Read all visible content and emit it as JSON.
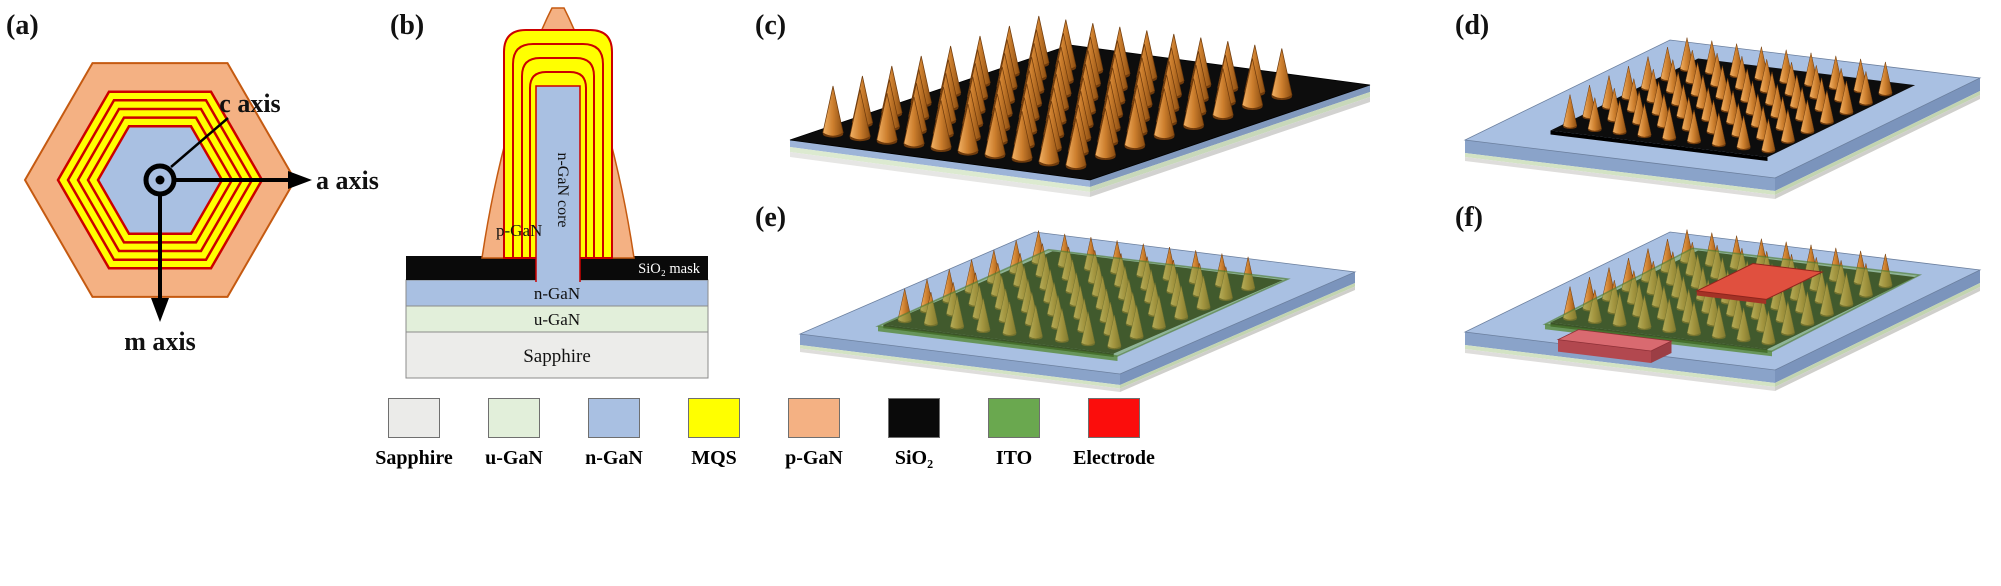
{
  "figure": {
    "panels": {
      "a": {
        "label": "(a)",
        "axis_c": "c axis",
        "axis_a": "a axis",
        "axis_m": "m axis"
      },
      "b": {
        "label": "(b)",
        "p_gan": "p-GaN",
        "core": "n-GaN core",
        "mask": "SiO₂ mask",
        "n_gan": "n-GaN",
        "u_gan": "u-GaN",
        "sapphire": "Sapphire"
      },
      "c": {
        "label": "(c)"
      },
      "d": {
        "label": "(d)"
      },
      "e": {
        "label": "(e)"
      },
      "f": {
        "label": "(f)"
      }
    },
    "legend": {
      "items": [
        {
          "name": "sapphire",
          "label": "Sapphire",
          "color": "#ebebe9"
        },
        {
          "name": "u-gan",
          "label": "u-GaN",
          "color": "#e2efda"
        },
        {
          "name": "n-gan",
          "label": "n-GaN",
          "color": "#a9c0e2"
        },
        {
          "name": "mqs",
          "label": "MQS",
          "color": "#ffff00"
        },
        {
          "name": "p-gan",
          "label": "p-GaN",
          "color": "#f4b183"
        },
        {
          "name": "sio2",
          "label": "SiO₂",
          "color": "#0a0a0a"
        },
        {
          "name": "ito",
          "label": "ITO",
          "color": "#6aa84f"
        },
        {
          "name": "electrode",
          "label": "Electrode",
          "color": "#fb0d0c"
        }
      ]
    },
    "colors": {
      "mqw_line": "#cc0000",
      "cone": "#cd7f2e",
      "ito_overlay": "#76a84e",
      "electrode_pad": "#d96a70"
    }
  }
}
